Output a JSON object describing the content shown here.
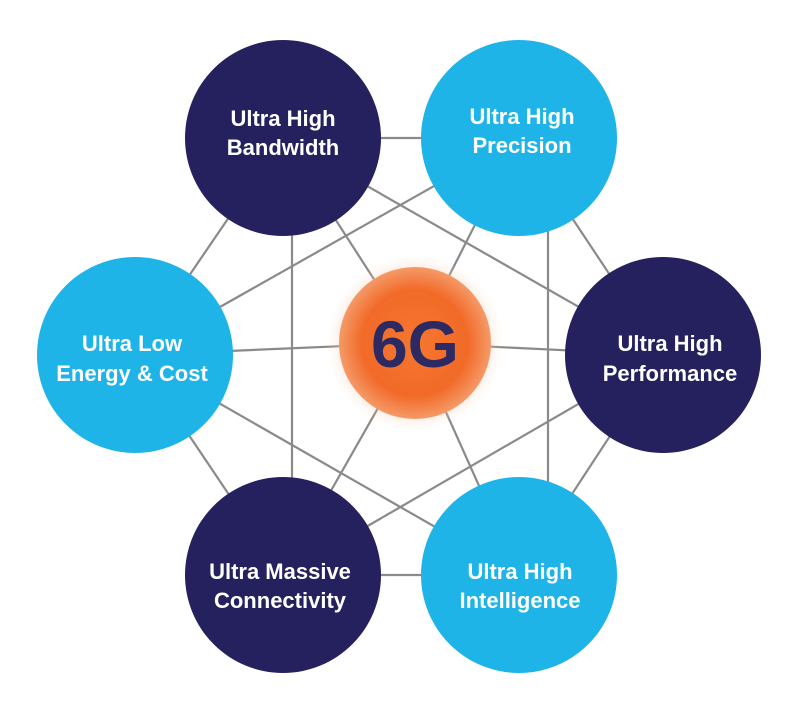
{
  "center": {
    "label": "6G"
  },
  "nodes": [
    {
      "id": "bandwidth",
      "lines": [
        "Ultra High",
        "Bandwidth"
      ]
    },
    {
      "id": "precision",
      "lines": [
        "Ultra High",
        "Precision"
      ]
    },
    {
      "id": "energy",
      "lines": [
        "Ultra Low",
        "Energy & Cost"
      ]
    },
    {
      "id": "performance",
      "lines": [
        "Ultra High",
        "Performance"
      ]
    },
    {
      "id": "connectivity",
      "lines": [
        "Ultra Massive",
        "Connectivity"
      ]
    },
    {
      "id": "intelligence",
      "lines": [
        "Ultra High",
        "Intelligence"
      ]
    }
  ],
  "colors": {
    "navy": "#24215e",
    "sky": "#1eb4e8",
    "orange": "#f2672a",
    "center_text": "#2d2a63",
    "line": "#8a8a8a",
    "node_text": "#ffffff"
  }
}
